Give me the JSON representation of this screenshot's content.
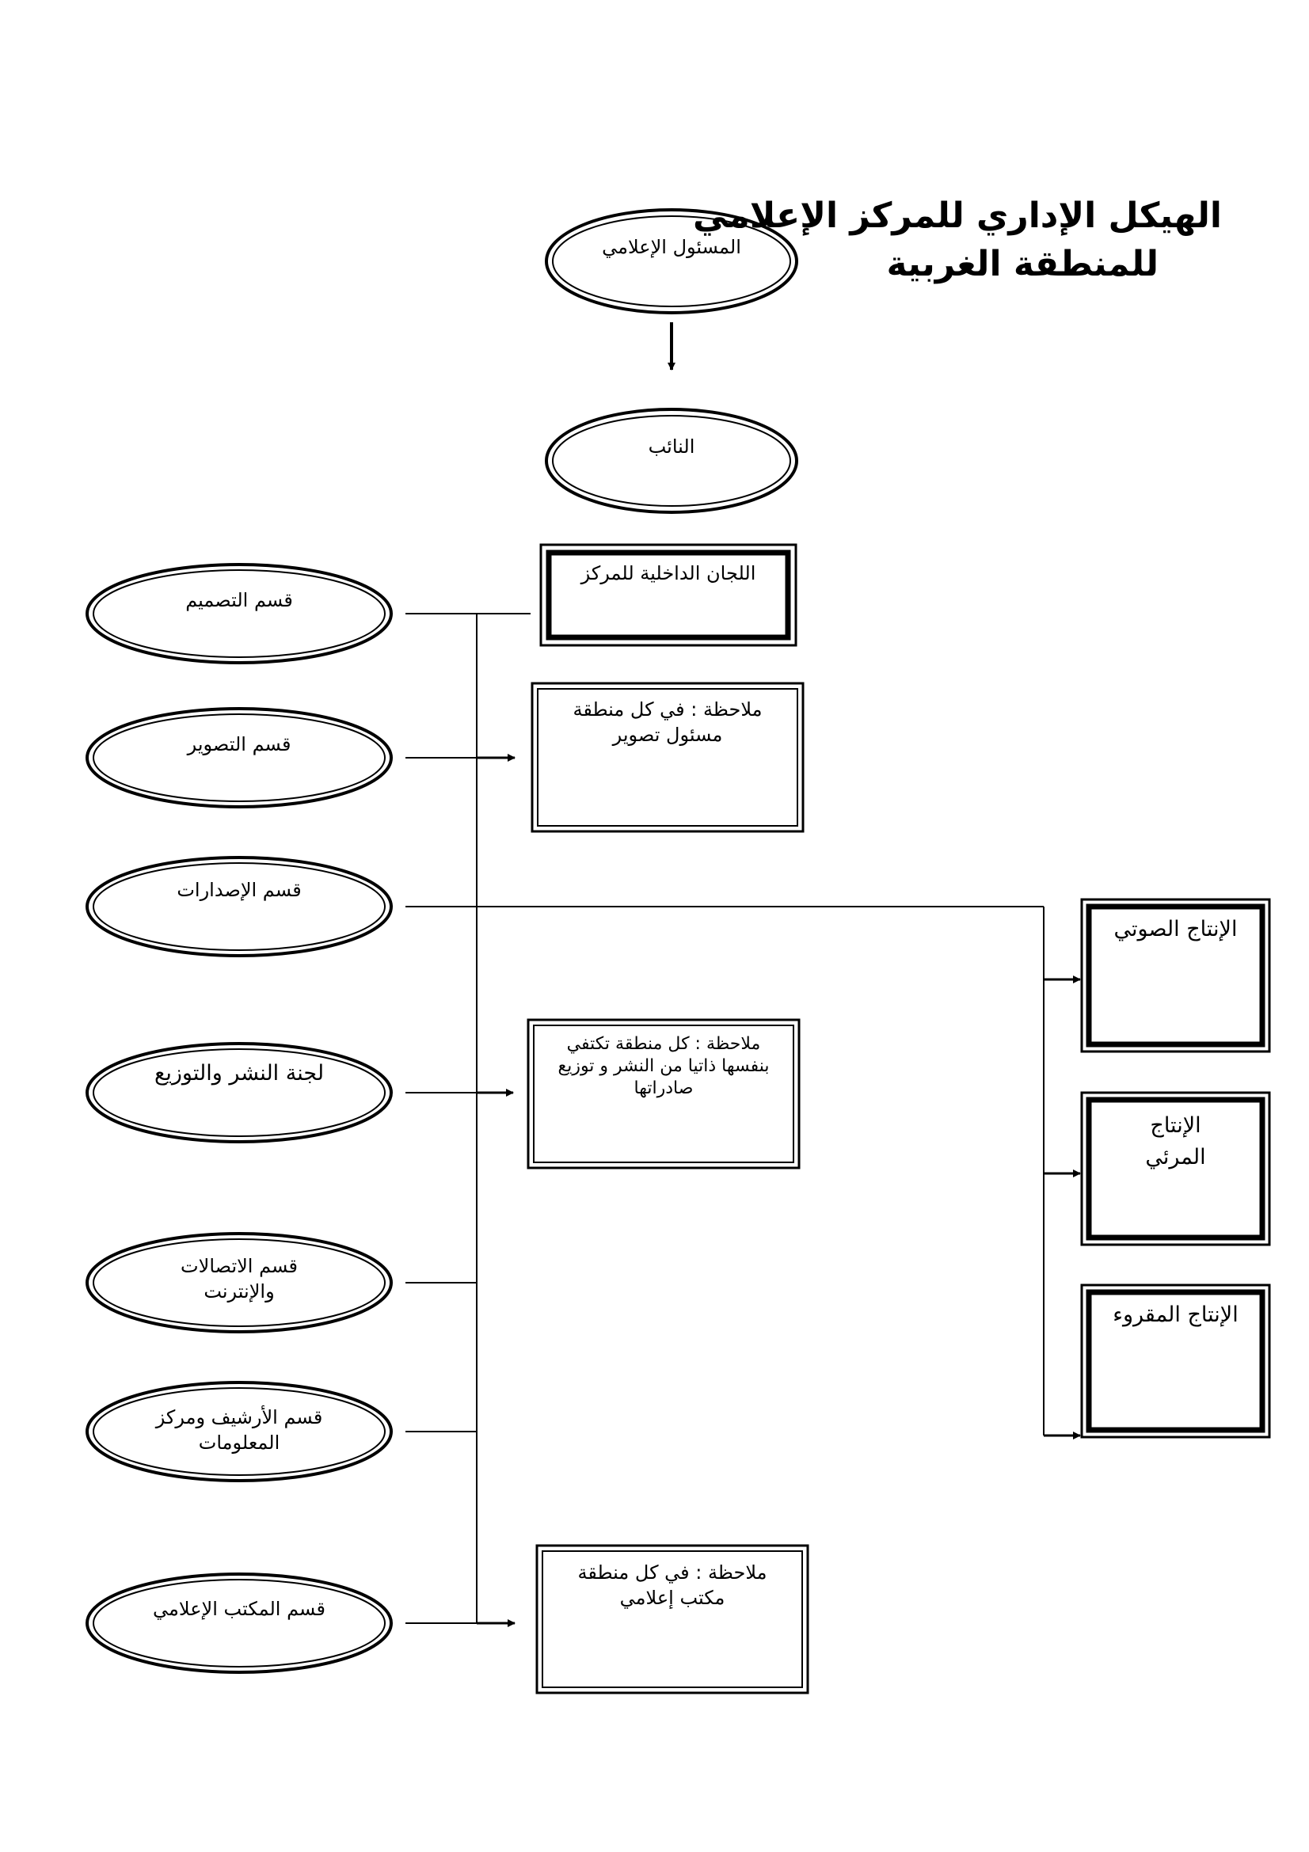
{
  "title": {
    "line1": "الهيكل الإداري للمركز الإعلامي",
    "line2": "للمنطقة الغربية"
  },
  "nodes": {
    "head": "المسئول الإعلامي",
    "deputy": "النائب",
    "committees": "اللجان الداخلية للمركز",
    "design": "قسم التصميم",
    "photo": "قسم التصوير",
    "publications": "قسم الإصدارات",
    "distribution": "لجنة النشر والتوزيع",
    "telecom": "قسم الاتصالات والإنترنت",
    "archive": "قسم الأرشيف ومركز المعلومات",
    "media_office": "قسم المكتب الإعلامي",
    "audio": "الإنتاج الصوتي",
    "visual": "الإنتاج المرئي",
    "print": "الإنتاج المقروء"
  },
  "notes": {
    "photo_note": "ملاحظة : في كل منطقة مسئول تصوير",
    "distribution_note": "ملاحظة : كل منطقة تكتفي بنفسها ذاتيا من النشر و توزيع صادراتها",
    "office_note": "ملاحظة : في كل منطقة مكتب إعلامي"
  }
}
